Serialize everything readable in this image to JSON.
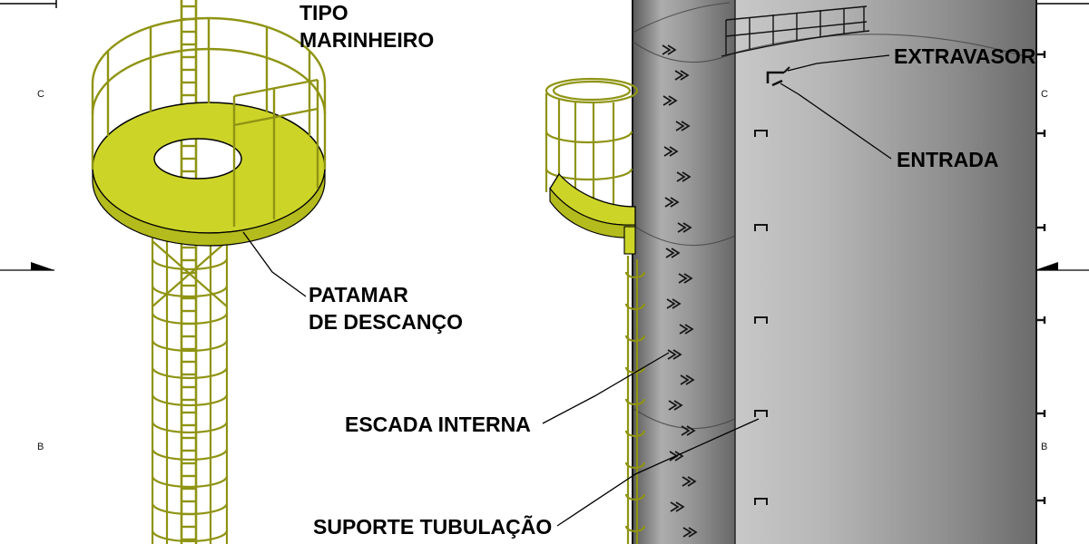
{
  "sheet": {
    "row_label_c": "C",
    "row_label_b": "B"
  },
  "annotations": {
    "ladder_type_line1": "TIPO",
    "ladder_type_line2": "MARINHEIRO",
    "platform_line1": "PATAMAR",
    "platform_line2": "DE DESCANÇO",
    "internal_ladder": "ESCADA INTERNA",
    "pipe_support": "SUPORTE TUBULAÇÃO",
    "overflow": "EXTRAVASOR",
    "inlet": "ENTRADA"
  },
  "colors": {
    "ladder": "#8f9413",
    "platform": "#ccd428",
    "platform_edge": "#b4bb1d",
    "tank_dark": "#5a5a5a",
    "tank_mid": "#adadad",
    "tank_light": "#c8c8c8",
    "ink": "#000000",
    "background": "#ffffff"
  }
}
